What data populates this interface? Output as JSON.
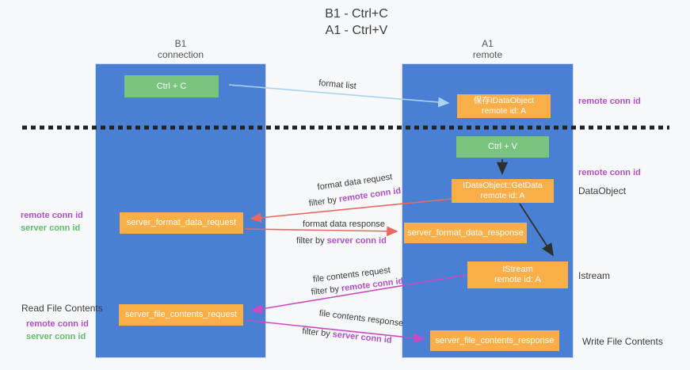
{
  "title": {
    "line1": "B1 - Ctrl+C",
    "line2": "A1 - Ctrl+V"
  },
  "columns": {
    "left": {
      "header_line1": "B1",
      "header_line2": "connection"
    },
    "right": {
      "header_line1": "A1",
      "header_line2": "remote"
    }
  },
  "nodes": {
    "ctrl_c": "Ctrl + C",
    "ctrl_v": "Ctrl + V",
    "save_idataobject": {
      "line1": "保存IDataObject",
      "line2": "remote id: A"
    },
    "getdata": {
      "line1": "IDataObject::GetData",
      "line2": "remote id: A"
    },
    "istream": {
      "line1": "IStream",
      "line2": "remote id: A"
    },
    "format_request": "server_format_data_request",
    "format_response": "server_format_data_response",
    "file_request": "server_file_contents_request",
    "file_response": "server_file_contents_response"
  },
  "edge_labels": {
    "format_list": "format list",
    "format_data_request": "format data request",
    "filter_remote_1": {
      "prefix": "filter by",
      "keyword": "remote conn id"
    },
    "format_data_response": "format data response",
    "filter_server_1": {
      "prefix": "filter by",
      "keyword": "server conn id"
    },
    "file_contents_request": "file contents request",
    "filter_remote_2": {
      "prefix": "filter by",
      "keyword": "remote conn id"
    },
    "file_contents_response": "file contents response",
    "filter_server_2": {
      "prefix": "filter by",
      "keyword": "server conn id"
    }
  },
  "side_labels": {
    "right_remote_conn_top": "remote conn id",
    "right_remote_conn_mid": "remote conn id",
    "dataobject": "DataObject",
    "istream": "Istream",
    "write_file": "Write File Contents",
    "left_remote_conn_1": "remote conn id",
    "left_server_conn_1": "server conn id",
    "read_file": "Read File Contents",
    "left_remote_conn_2": "remote conn id",
    "left_server_conn_2": "server conn id"
  },
  "colors": {
    "background": "#f7f8f9",
    "column_blue": "#4a80d4",
    "column_border": "#ccd6f0",
    "box_green": "#79c47e",
    "box_orange": "#f9ae47",
    "arrow_red": "#e8695f",
    "arrow_magenta": "#c84ac4",
    "arrow_lightblue": "#a9d3ef",
    "arrow_black": "#2f2f2f",
    "text_purple": "#b14fc7",
    "text_green": "#5fbd69",
    "text_dark": "#3a3a3a",
    "header_gray": "#555555"
  }
}
